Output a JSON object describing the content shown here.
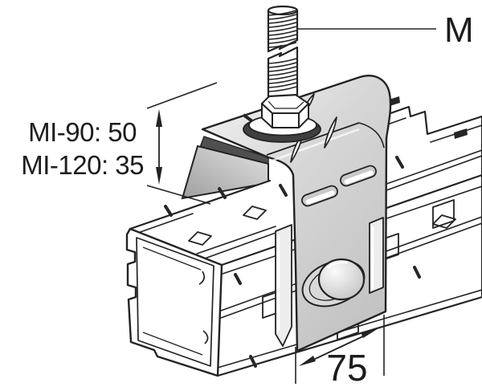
{
  "diagram": {
    "type": "technical-isometric-drawing",
    "subject": "girder-connector-with-threaded-rod",
    "labels": {
      "rod_size": "M",
      "height_dim_line1": "MI-90: 50",
      "height_dim_line2": "MI-120: 35",
      "width_dim": "75"
    },
    "parts": [
      "threaded-rod",
      "hex-nut",
      "washer",
      "connector-bracket",
      "dome-head-bolt",
      "mi-girder",
      "girder-end-profile"
    ]
  },
  "colors": {
    "background": "#ffffff",
    "line": "#232323",
    "shadow_wedge": "#4f4f4f",
    "hole_dark": "#3f3f3f",
    "notch_dark": "#262626",
    "slot_fill": "#c9c9c9",
    "dome_washer": "#d9d9d9",
    "claw_strip": "#ededed"
  }
}
